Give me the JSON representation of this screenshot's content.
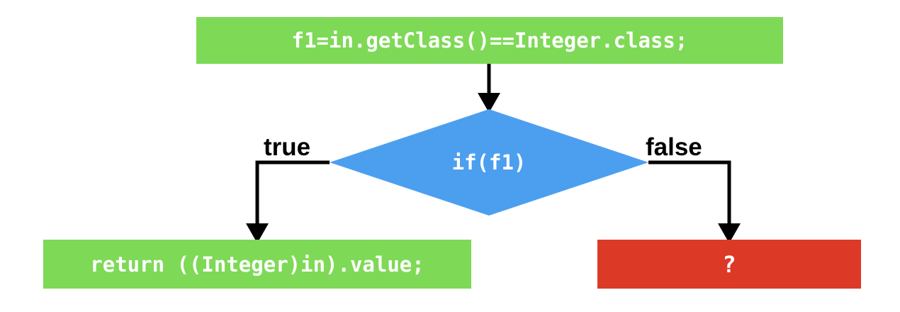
{
  "diagram": {
    "type": "flowchart",
    "title": "",
    "background_color": "#ffffff",
    "colors": {
      "process_green": "#7ed957",
      "decision_blue": "#4c9fef",
      "terminal_red": "#dc3a27",
      "edge_black": "#000000",
      "node_text_white": "#ffffff"
    },
    "nodes": [
      {
        "id": "statement",
        "shape": "rectangle",
        "label": "f1=in.getClass()==Integer.class;",
        "fill": "#7ed957",
        "text_color": "#ffffff"
      },
      {
        "id": "decision",
        "shape": "diamond",
        "label": "if(f1)",
        "fill": "#4c9fef",
        "text_color": "#ffffff"
      },
      {
        "id": "return",
        "shape": "rectangle",
        "label": "return ((Integer)in).value;",
        "fill": "#7ed957",
        "text_color": "#ffffff"
      },
      {
        "id": "unknown",
        "shape": "rectangle",
        "label": "?",
        "fill": "#dc3a27",
        "text_color": "#ffffff"
      }
    ],
    "edges": [
      {
        "id": "statement-to-decision",
        "from": "statement",
        "to": "decision",
        "label": "",
        "arrow": "down"
      },
      {
        "id": "decision-true-to-return",
        "from": "decision",
        "to": "return",
        "label": "true",
        "arrow": "down"
      },
      {
        "id": "decision-false-to-unknown",
        "from": "decision",
        "to": "unknown",
        "label": "false",
        "arrow": "down"
      }
    ]
  }
}
